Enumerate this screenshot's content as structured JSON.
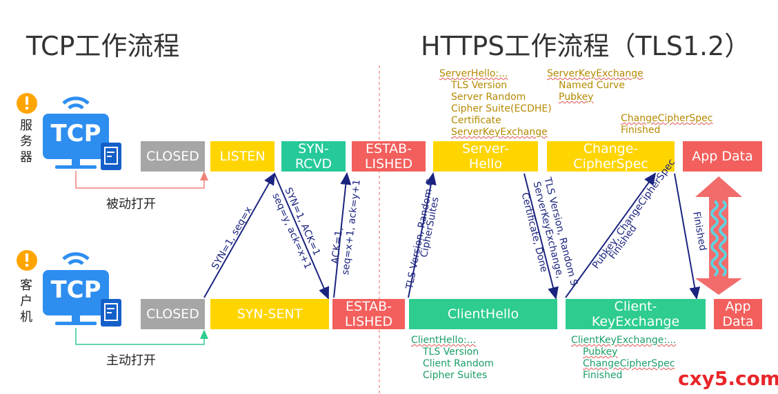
{
  "titles": {
    "tcp": "TCP工作流程",
    "https": "HTTPS工作流程（TLS1.2）"
  },
  "server": {
    "label_chars": [
      "服",
      "务",
      "器"
    ],
    "icon_text": "TCP",
    "open_label": "被动打开",
    "states": [
      "CLOSED",
      "LISTEN",
      "SYN-\nRCVD",
      "ESTAB-\nLISHED",
      "Server-\nHello",
      "Change-\nCipherSpec",
      "App Data"
    ]
  },
  "client": {
    "label_chars": [
      "客",
      "户",
      "机"
    ],
    "icon_text": "TCP",
    "open_label": "主动打开",
    "states": [
      "CLOSED",
      "SYN-SENT",
      "ESTAB-\nLISHED",
      "ClientHello",
      "Client-\nKeyExchange",
      "App\nData"
    ]
  },
  "arrows": {
    "syn": "SYN=1, seq=x",
    "synack": [
      "SYN=1, ACK=1",
      "seq=y, ack=x+1"
    ],
    "ack": [
      "ACK=1,",
      "seq=x+1, ack=y+1"
    ],
    "clienthello": [
      "TLS Version, Random C",
      "CipherSuites"
    ],
    "serverhello": [
      "TLS Version, Random S",
      "ServerKeyExchange,",
      "Certificate, Done"
    ],
    "clientkey": [
      "Pubkey, ChangeCipherSpec",
      "Finished"
    ],
    "finished": "Finished"
  },
  "annotations": {
    "serverhello": [
      "ServerHello:...",
      "TLS Version",
      "Server Random",
      "Cipher Suite(ECDHE)",
      "Certificate",
      "ServerKeyExchange"
    ],
    "serverkey": [
      "ServerKeyExchange",
      "Named Curve",
      "Pubkey"
    ],
    "changecipher": [
      "ChangeCipherSpec",
      "Finished"
    ],
    "clienthello": [
      "ClientHello:...",
      "TLS Version",
      "Client Random",
      "Cipher Suites"
    ],
    "clientkey": [
      "ClientKeyExchange:...",
      "Pubkey",
      "ChangeCipherSpec",
      "Finished"
    ]
  },
  "watermark": "cxy5.com",
  "colors": {
    "gray": "#a6a6a6",
    "yellow": "#ffd500",
    "teal": "#26c99a",
    "red": "#f25f5c",
    "arrow": "#1a237e",
    "annotation": "#b58900",
    "annotation_green": "#1a9e66"
  }
}
